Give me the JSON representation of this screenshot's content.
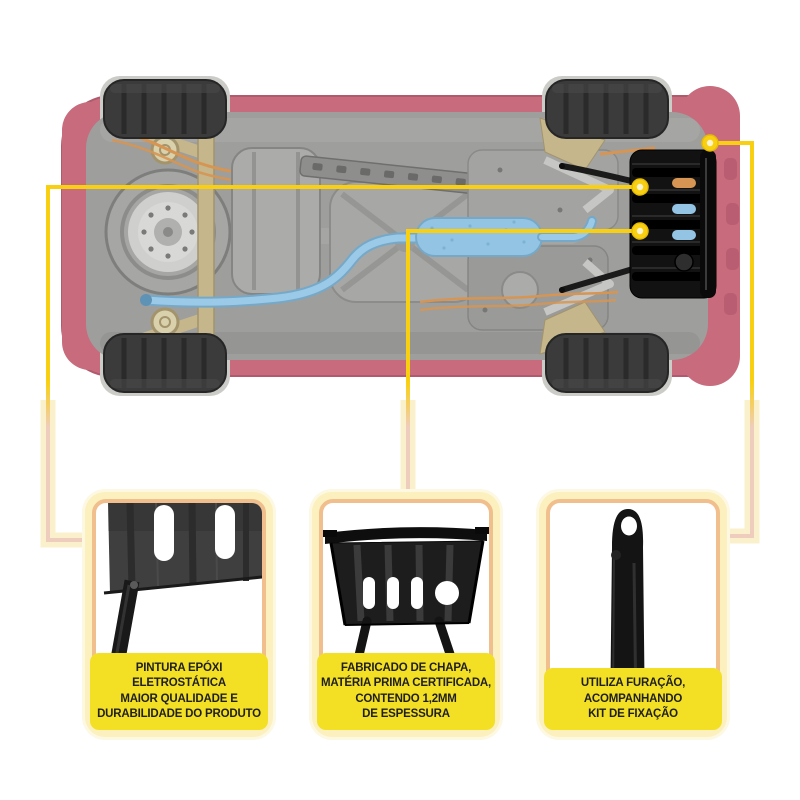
{
  "meta": {
    "kind": "product-infographic",
    "hero": "car-underbody-top-view-with-skid-plate"
  },
  "cards": [
    {
      "id": "epoxy-paint",
      "image": "skid-plate-corner-closeup",
      "label": "PINTURA EPÓXI\nELETROSTÁTICA\nMAIOR QUALIDADE E\nDURABILIDADE DO PRODUTO"
    },
    {
      "id": "certified-sheet-steel",
      "image": "skid-plate-front-view",
      "label": "FABRICADO DE CHAPA,\nMATÉRIA PRIMA CERTIFICADA,\nCONTENDO 1,2MM\nDE ESPESSURA"
    },
    {
      "id": "mounting-kit",
      "image": "mounting-strap-closeup",
      "label": "UTILIZA FURAÇÃO,\nACOMPANHANDO\nKIT DE FIXAÇÃO"
    }
  ],
  "colors": {
    "accent_yellow": "#F9D011",
    "accent_yellow_dark": "#E5BB07",
    "dot_center": "#FDF3CF",
    "fade_pink": "#EFCDBE",
    "halo_cream": "#FAF0C6",
    "card_cream": "#FBF0BE",
    "card_peach": "#F1BE8E",
    "label_yellow": "#F3E024",
    "label_text": "#1F1F1F",
    "body_pink": "#C76B7D",
    "body_pink_dark": "#AF5A6D",
    "chassis_gray": "#9E9E9C",
    "exhaust_blue": "#93C4E3",
    "exhaust_blue_dark": "#76A9C8",
    "axle_beige": "#C5B78B",
    "lines_orange": "#D69553",
    "plate_black": "#121212",
    "tire_gray": "#3B3B3B"
  }
}
